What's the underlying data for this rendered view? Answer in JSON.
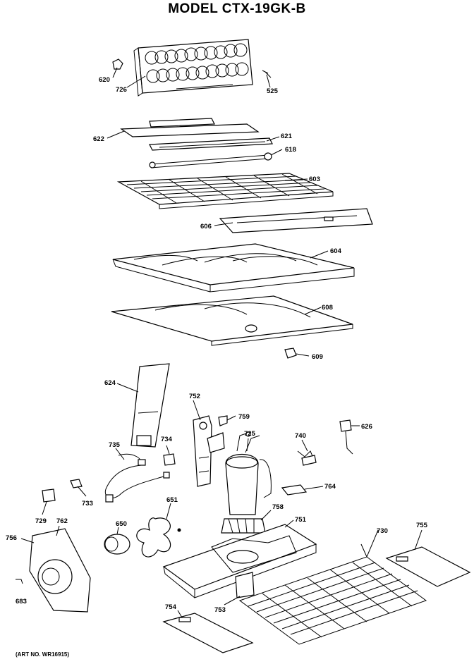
{
  "title": "MODEL CTX-19GK-B",
  "art_no": "(ART NO. WR16915)",
  "parts": {
    "p620": "620",
    "p726": "726",
    "p525": "525",
    "p622": "622",
    "p621": "621",
    "p618": "618",
    "p603": "603",
    "p606": "606",
    "p604": "604",
    "p608": "608",
    "p609": "609",
    "p624": "624",
    "p752": "752",
    "p759": "759",
    "p725": "725",
    "p740": "740",
    "p626": "626",
    "p735": "735",
    "p734": "734",
    "p764": "764",
    "p733": "733",
    "p729": "729",
    "p762": "762",
    "p651": "651",
    "p650": "650",
    "p758": "758",
    "p751": "751",
    "p730": "730",
    "p755": "755",
    "p756": "756",
    "p683": "683",
    "p754": "754",
    "p753": "753"
  }
}
